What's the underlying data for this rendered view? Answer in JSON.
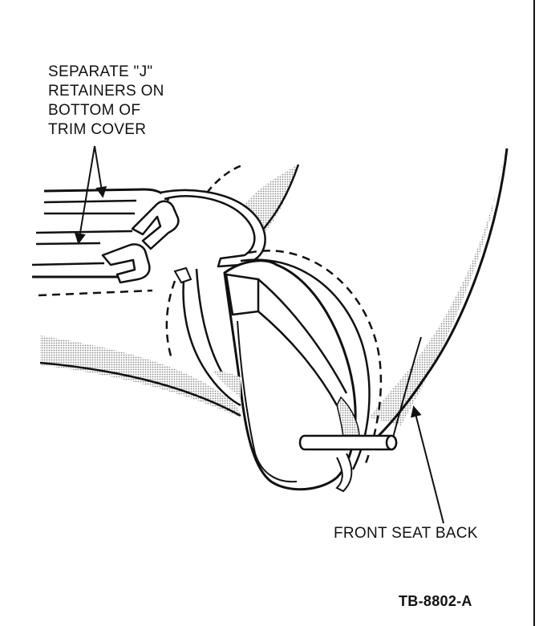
{
  "callouts": {
    "j_retainers": [
      "SEPARATE \"J\"",
      "RETAINERS ON",
      "BOTTOM OF",
      "TRIM COVER"
    ],
    "front_seat_back": "FRONT SEAT BACK"
  },
  "figure_id": "TB-8802-A",
  "colors": {
    "ink": "#111111",
    "shading": "#9a9a9a",
    "background": "#ffffff"
  }
}
